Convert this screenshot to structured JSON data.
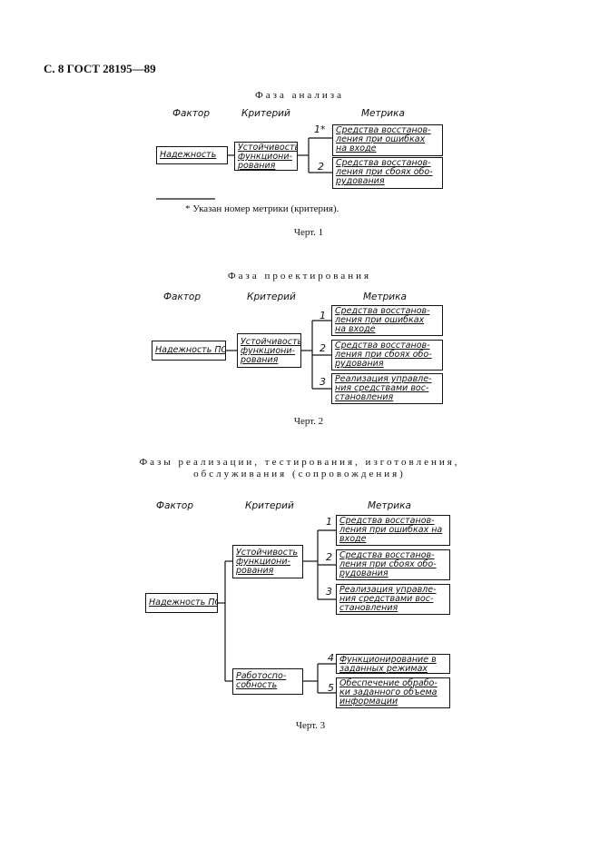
{
  "header": "С. 8 ГОСТ 28195—89",
  "figure1": {
    "phase": "Фаза анализа",
    "col_factor": "Фактор",
    "col_criterion": "Критерий",
    "col_metric": "Метрика",
    "factor": "Надежность",
    "criterion": [
      "Устойчивость",
      "функциони-",
      "рования"
    ],
    "metrics": [
      {
        "num": "1*",
        "lines": [
          "Средства восстанов-",
          "ления при ошибках",
          "на входе"
        ]
      },
      {
        "num": "2",
        "lines": [
          "Средства восстанов-",
          "ления при сбоях обо-",
          "рудования"
        ]
      }
    ],
    "footnote": "* Указан номер метрики (критерия).",
    "caption": "Черт. 1"
  },
  "figure2": {
    "phase": "Фаза проектирования",
    "col_factor": "Фактор",
    "col_criterion": "Критерий",
    "col_metric": "Метрика",
    "factor": "Надежность ПС",
    "criterion": [
      "Устойчивость",
      "функциони-",
      "рования"
    ],
    "metrics": [
      {
        "num": "1",
        "lines": [
          "Средства восстанов-",
          "ления при ошибках",
          "на входе"
        ]
      },
      {
        "num": "2",
        "lines": [
          "Средства восстанов-",
          "ления при сбоях обо-",
          "рудования"
        ]
      },
      {
        "num": "3",
        "lines": [
          "Реализация управле-",
          "ния средствами вос-",
          "становления"
        ]
      }
    ],
    "caption": "Черт. 2"
  },
  "figure3": {
    "phase_line1": "Фазы реализации, тестирования, изготовления,",
    "phase_line2": "обслуживания (сопровождения)",
    "col_factor": "Фактор",
    "col_criterion": "Критерий",
    "col_metric": "Метрика",
    "factor": "Надежность ПС",
    "criteria": [
      {
        "lines": [
          "Устойчивость",
          "функциони-",
          "рования"
        ]
      },
      {
        "lines": [
          "Работоспо-",
          "собность"
        ]
      }
    ],
    "metrics": [
      {
        "num": "1",
        "lines": [
          "Средства восстанов-",
          "ления при ошибках на",
          "входе"
        ]
      },
      {
        "num": "2",
        "lines": [
          "Средства восстанов-",
          "ления при сбоях обо-",
          "рудования"
        ]
      },
      {
        "num": "3",
        "lines": [
          "Реализация управле-",
          "ния средствами вос-",
          "становления"
        ]
      },
      {
        "num": "4",
        "lines": [
          "Функционирование в",
          "заданных режимах"
        ]
      },
      {
        "num": "5",
        "lines": [
          "Обеспечение обрабо-",
          "ки заданного объема",
          "информации"
        ]
      }
    ],
    "caption": "Черт. 3"
  }
}
